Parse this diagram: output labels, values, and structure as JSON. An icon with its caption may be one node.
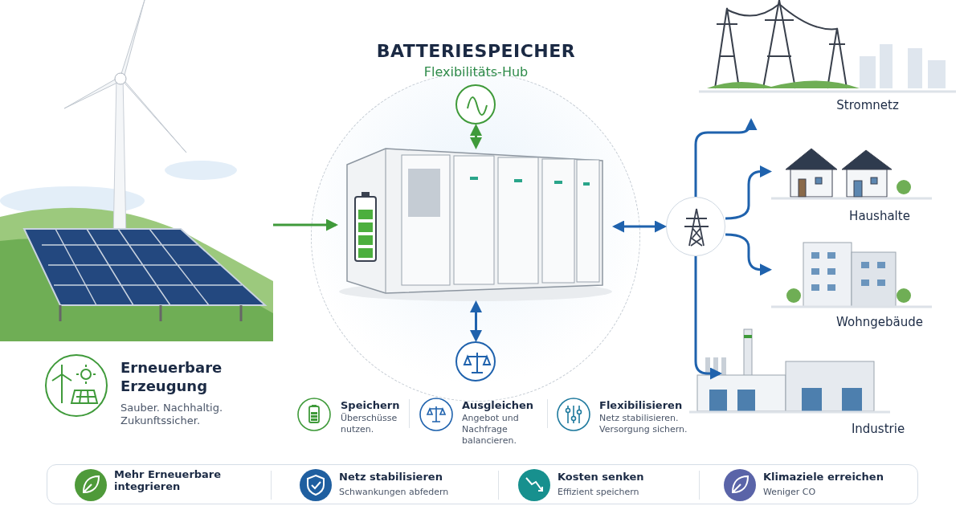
{
  "diagram": {
    "nodes": [
      {
        "text": [
          "Erneuerbare Erzeugung",
          "Sauber. Nachhaltig. Zukunftssicher."
        ]
      },
      {
        "text": [
          "BATTERIESPEICHER",
          "Flexibilitäts-Hub"
        ]
      },
      {
        "text": [],
        "shape": "circle",
        "in": 1
      },
      {
        "text": [],
        "shape": "picture",
        "in": 1
      },
      {
        "text": [],
        "shape": "circle",
        "in": 1
      },
      {
        "text": [],
        "shape": "circle"
      },
      {
        "text": [
          "Stromnetz"
        ]
      },
      {
        "text": [
          "Haushalte"
        ]
      },
      {
        "text": [
          "Wohngebäude"
        ]
      },
      {
        "text": [
          "Industrie"
        ]
      }
    ],
    "edges": [
      {
        "from": 0,
        "to": 3,
        "arrow": "to",
        "color": "#3f9a3a"
      },
      {
        "from": 2,
        "to": 3,
        "arrow": "both",
        "color": "#3f9a3a"
      },
      {
        "from": 4,
        "to": 3,
        "arrow": "both"
      },
      {
        "from": 3,
        "to": 5,
        "arrow": "both"
      },
      {
        "from": 5,
        "to": 6,
        "arrow": "to"
      },
      {
        "from": 5,
        "to": 7,
        "arrow": "to"
      },
      {
        "from": 5,
        "to": 8,
        "arrow": "to"
      },
      {
        "from": 5,
        "to": 9,
        "arrow": "to"
      }
    ],
    "labels": [
      "Speichern",
      "Überschüsse nutzen.",
      "Ausgleichen",
      "Angebot und Nachfrage balancieren.",
      "Flexibilisieren",
      "Netz stabilisieren. Versorgung sichern.",
      "Mehr Erneuerbare integrieren",
      "Netz stabilisieren",
      "Schwankungen abfedern",
      "Kosten senken",
      "Effizient speichern",
      "Klimaziele erreichen",
      "Weniger CO"
    ]
  }
}
